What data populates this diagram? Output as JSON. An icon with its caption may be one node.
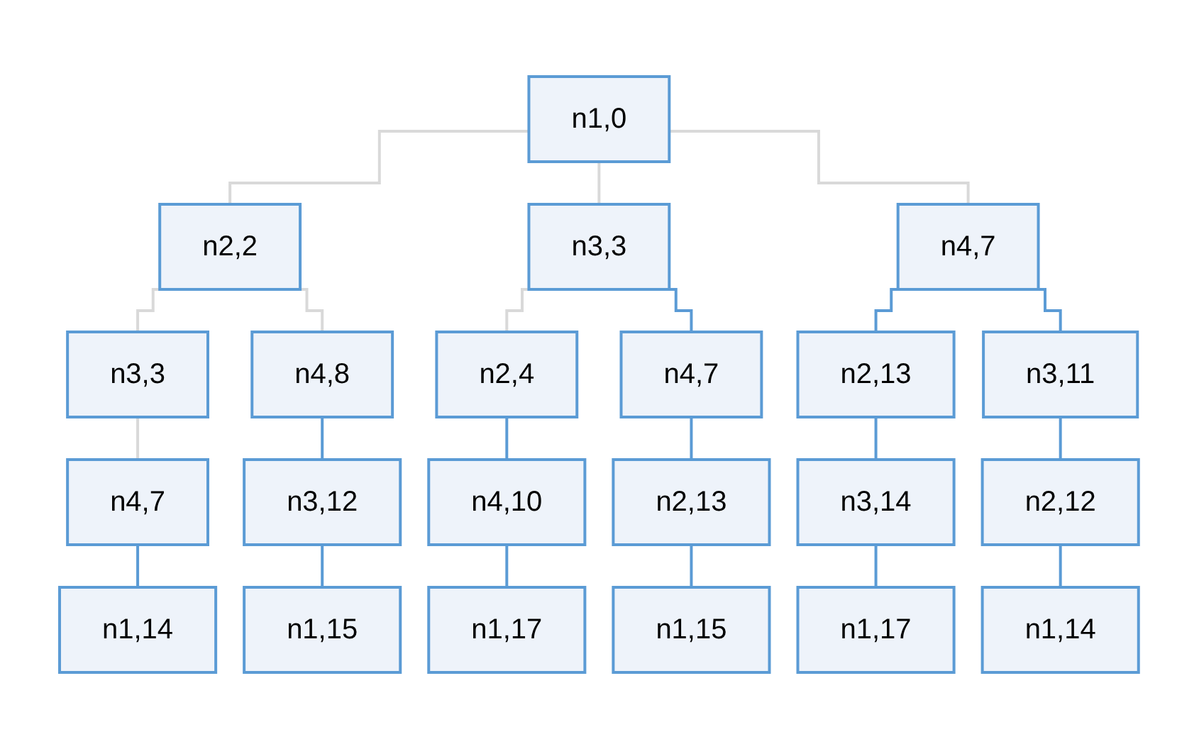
{
  "diagram": {
    "nodes": [
      {
        "text": [
          "n1,0"
        ]
      },
      {
        "text": [
          "n2,2"
        ]
      },
      {
        "text": [
          "n3,3"
        ]
      },
      {
        "text": [
          "n4,7"
        ]
      },
      {
        "text": [
          "n3,3"
        ]
      },
      {
        "text": [
          "n4,8"
        ]
      },
      {
        "text": [
          "n2,4"
        ]
      },
      {
        "text": [
          "n4,7"
        ]
      },
      {
        "text": [
          "n2,13"
        ]
      },
      {
        "text": [
          "n3,11"
        ]
      },
      {
        "text": [
          "n4,7"
        ]
      },
      {
        "text": [
          "n3,12"
        ]
      },
      {
        "text": [
          "n4,10"
        ]
      },
      {
        "text": [
          "n2,13"
        ]
      },
      {
        "text": [
          "n3,14"
        ]
      },
      {
        "text": [
          "n2,12"
        ]
      },
      {
        "text": [
          "n1,14"
        ]
      },
      {
        "text": [
          "n1,15"
        ]
      },
      {
        "text": [
          "n1,17"
        ]
      },
      {
        "text": [
          "n1,15"
        ]
      },
      {
        "text": [
          "n1,17"
        ]
      },
      {
        "text": [
          "n1,14"
        ]
      }
    ],
    "edges": [
      {
        "from": 0,
        "to": 1,
        "arrow": "none",
        "color": "#d9d9d9"
      },
      {
        "from": 0,
        "to": 2,
        "arrow": "none",
        "color": "#d9d9d9"
      },
      {
        "from": 0,
        "to": 3,
        "arrow": "none",
        "color": "#d9d9d9"
      },
      {
        "from": 1,
        "to": 4,
        "arrow": "none",
        "color": "#d9d9d9"
      },
      {
        "from": 1,
        "to": 5,
        "arrow": "none",
        "color": "#d9d9d9"
      },
      {
        "from": 2,
        "to": 6,
        "arrow": "none",
        "color": "#d9d9d9"
      },
      {
        "from": 2,
        "to": 7,
        "arrow": "none"
      },
      {
        "from": 3,
        "to": 8,
        "arrow": "none"
      },
      {
        "from": 3,
        "to": 9,
        "arrow": "none"
      },
      {
        "from": 4,
        "to": 10,
        "arrow": "none",
        "color": "#d9d9d9"
      },
      {
        "from": 5,
        "to": 11,
        "arrow": "none"
      },
      {
        "from": 6,
        "to": 12,
        "arrow": "none"
      },
      {
        "from": 7,
        "to": 13,
        "arrow": "none"
      },
      {
        "from": 8,
        "to": 14,
        "arrow": "none"
      },
      {
        "from": 9,
        "to": 15,
        "arrow": "none"
      },
      {
        "from": 10,
        "to": 16,
        "arrow": "none"
      },
      {
        "from": 11,
        "to": 17,
        "arrow": "none"
      },
      {
        "from": 12,
        "to": 18,
        "arrow": "none"
      },
      {
        "from": 13,
        "to": 19,
        "arrow": "none"
      },
      {
        "from": 14,
        "to": 20,
        "arrow": "none"
      },
      {
        "from": 15,
        "to": 21,
        "arrow": "none"
      }
    ]
  }
}
